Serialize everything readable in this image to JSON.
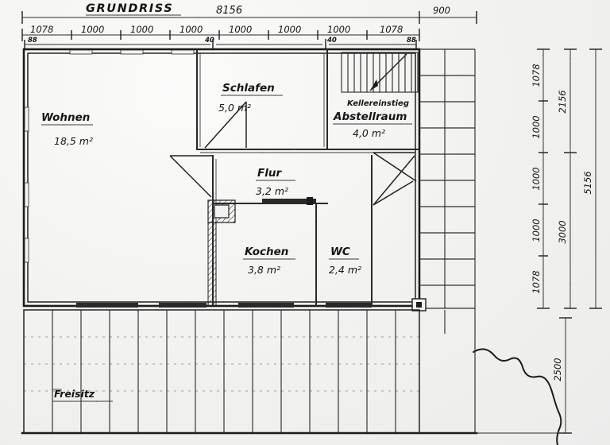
{
  "sheet": {
    "title": "GRUNDRISS",
    "paper_color": "#f2f2f0",
    "ink_color": "#1d1d1d"
  },
  "dimensions": {
    "top_total": "8156",
    "top_right_offset": "900",
    "top_chain": [
      "1078",
      "1000",
      "1000",
      "1000",
      "1000",
      "1000",
      "1000",
      "1078"
    ],
    "top_sub_chain": [
      "88",
      "40",
      "40",
      "88"
    ],
    "right_chain": [
      "1078",
      "1000",
      "1000",
      "1000",
      "1078"
    ],
    "right_group_upper": "2156",
    "right_group_lower": "3000",
    "right_total": "5156",
    "bottom_right": "2500"
  },
  "rooms": [
    {
      "id": "wohnen",
      "name": "Wohnen",
      "area": "18,5 m²"
    },
    {
      "id": "schlafen",
      "name": "Schlafen",
      "area": "5,0 m²"
    },
    {
      "id": "abstellraum",
      "name": "Abstellraum",
      "area": "4,0 m²"
    },
    {
      "id": "flur",
      "name": "Flur",
      "area": "3,2 m²"
    },
    {
      "id": "kochen",
      "name": "Kochen",
      "area": "3,8 m²"
    },
    {
      "id": "wc",
      "name": "WC",
      "area": "2,4 m²"
    },
    {
      "id": "freisitz",
      "name": "Freisitz",
      "area": ""
    }
  ],
  "annotations": {
    "cellar_access": "Kellereinstieg"
  }
}
